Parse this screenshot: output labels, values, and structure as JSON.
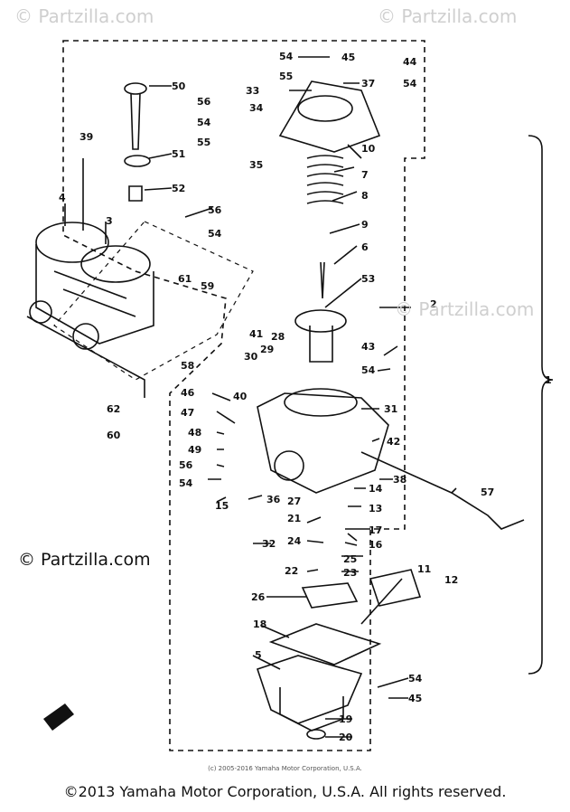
{
  "watermarks": {
    "top_left": "© Partzilla.com",
    "top_right": "© Partzilla.com",
    "mid_right": "© Partzilla.com",
    "mid_left": "© Partzilla.com"
  },
  "footer": {
    "small": "(c) 2005-2016 Yamaha Motor Corporation, U.S.A.",
    "copyright": "©2013 Yamaha Motor Corporation, U.S.A. All rights reserved."
  },
  "callouts": [
    "1",
    "2",
    "3",
    "4",
    "5",
    "6",
    "7",
    "8",
    "9",
    "10",
    "11",
    "12",
    "13",
    "14",
    "15",
    "16",
    "17",
    "18",
    "19",
    "20",
    "21",
    "22",
    "23",
    "24",
    "25",
    "26",
    "27",
    "28",
    "29",
    "30",
    "31",
    "32",
    "33",
    "34",
    "35",
    "36",
    "37",
    "38",
    "39",
    "40",
    "41",
    "42",
    "43",
    "44",
    "45",
    "46",
    "47",
    "48",
    "49",
    "50",
    "51",
    "52",
    "53",
    "54",
    "55",
    "56",
    "57",
    "58",
    "59",
    "60",
    "61",
    "62"
  ]
}
